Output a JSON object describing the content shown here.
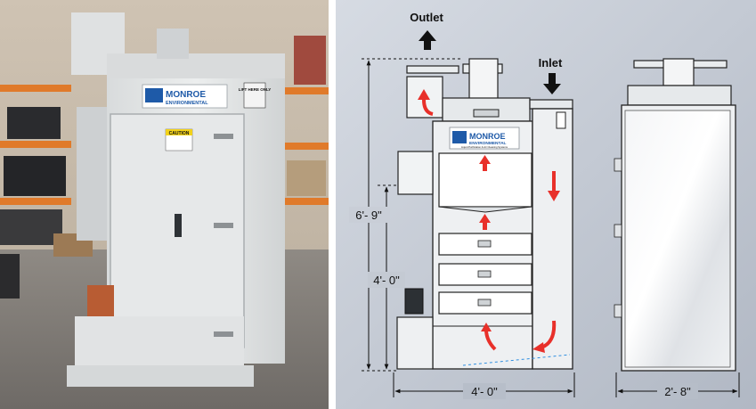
{
  "photo": {
    "brand": "MONROE",
    "brand_sub": "ENVIRONMENTAL",
    "caution": "CAUTION",
    "lift_label": "LIFT HERE ONLY"
  },
  "diagram": {
    "outlet_label": "Outlet",
    "inlet_label": "Inlet",
    "logo_brand": "MONROE",
    "logo_sub": "ENVIRONMENTAL",
    "logo_tagline": "Liquid Purification & Air Cleaning Systems",
    "dim_total_height": "6'- 9\"",
    "dim_mid_height": "4'- 0\"",
    "dim_width": "4'- 0\"",
    "dim_depth": "2'- 8\"",
    "colors": {
      "flow_arrow": "#e8302a",
      "background": "#c2c8d2",
      "logo_blue": "#1e5aa8"
    }
  }
}
